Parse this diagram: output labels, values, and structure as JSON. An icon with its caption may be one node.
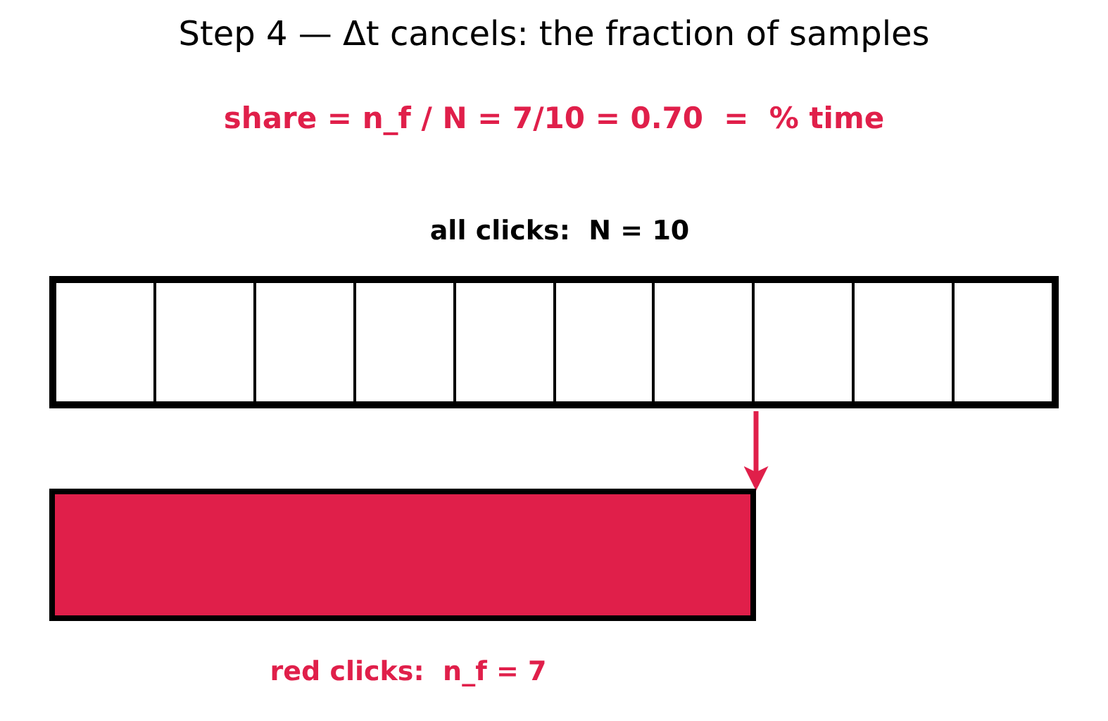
{
  "diagram": {
    "title": "Step 4 — Δt cancels: the fraction of samples",
    "nodes": [
      {
        "text": [
          "all clicks:  N = 10"
        ]
      },
      {
        "text": [],
        "shape": "box",
        "in": 0
      },
      {
        "text": [],
        "shape": "box",
        "in": 0
      },
      {
        "text": [],
        "shape": "box",
        "in": 0
      },
      {
        "text": [],
        "shape": "box",
        "in": 0
      },
      {
        "text": [],
        "shape": "box",
        "in": 0
      },
      {
        "text": [],
        "shape": "box",
        "in": 0
      },
      {
        "text": [],
        "shape": "box",
        "in": 0
      },
      {
        "text": [],
        "shape": "box",
        "in": 0
      },
      {
        "text": [],
        "shape": "box",
        "in": 0
      },
      {
        "text": [],
        "shape": "box",
        "in": 0
      },
      {
        "text": [
          "red clicks:  n_f = 7"
        ]
      }
    ],
    "edges": [
      {
        "from": 0,
        "to": 11,
        "arrow": "to",
        "color": "#e01f4a"
      }
    ],
    "labels": [
      "share = n_f / N = 7/10 = 0.70  =  % time"
    ]
  }
}
